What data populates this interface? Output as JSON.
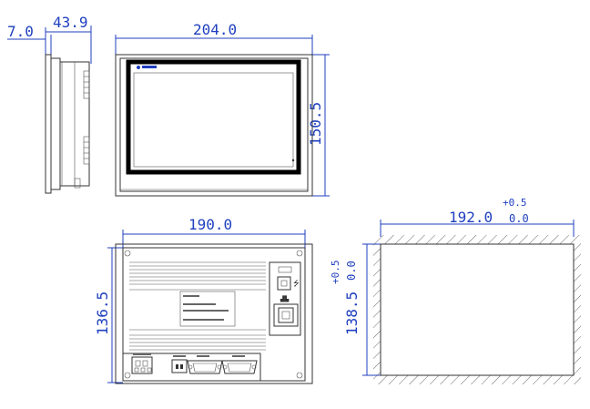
{
  "dimensions": {
    "side_front": "7.0",
    "side_depth": "43.9",
    "front_width": "204.0",
    "front_height": "150.5",
    "rear_width": "190.0",
    "rear_height": "136.5",
    "cutout_width": "192.0",
    "cutout_width_tol_plus": "+0.5",
    "cutout_width_tol_minus": "0.0",
    "cutout_height": "138.5",
    "cutout_height_tol_plus": "+0.5",
    "cutout_height_tol_minus": "0.0"
  },
  "colors": {
    "dimension": "#1f3fbf",
    "outline": "#333333",
    "screen": "#000000"
  },
  "icons": {
    "usb": "usb-icon",
    "network": "network-icon"
  }
}
